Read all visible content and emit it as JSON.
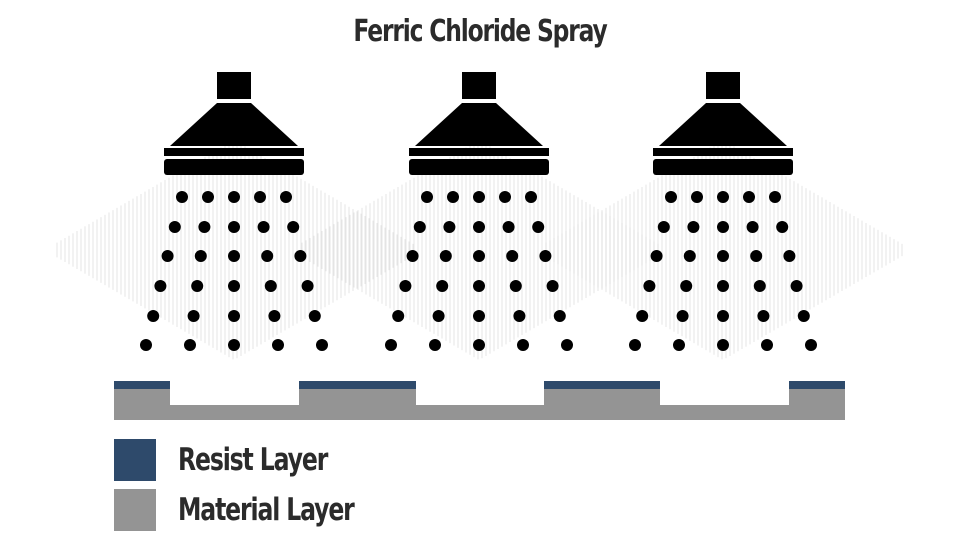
{
  "title": "Ferric Chloride Spray",
  "colors": {
    "resist": "#2e4a6b",
    "material": "#949494",
    "nozzle": "#000000",
    "droplet": "#000000",
    "haze": "#dcdcdc"
  },
  "nozzles": [
    {
      "name": "left",
      "icon": "shower-head-icon"
    },
    {
      "name": "middle",
      "icon": "shower-head-icon"
    },
    {
      "name": "right",
      "icon": "shower-head-icon"
    }
  ],
  "legend": [
    {
      "label": "Resist Layer",
      "color": "#2e4a6b"
    },
    {
      "label": "Material Layer",
      "color": "#949494"
    }
  ]
}
